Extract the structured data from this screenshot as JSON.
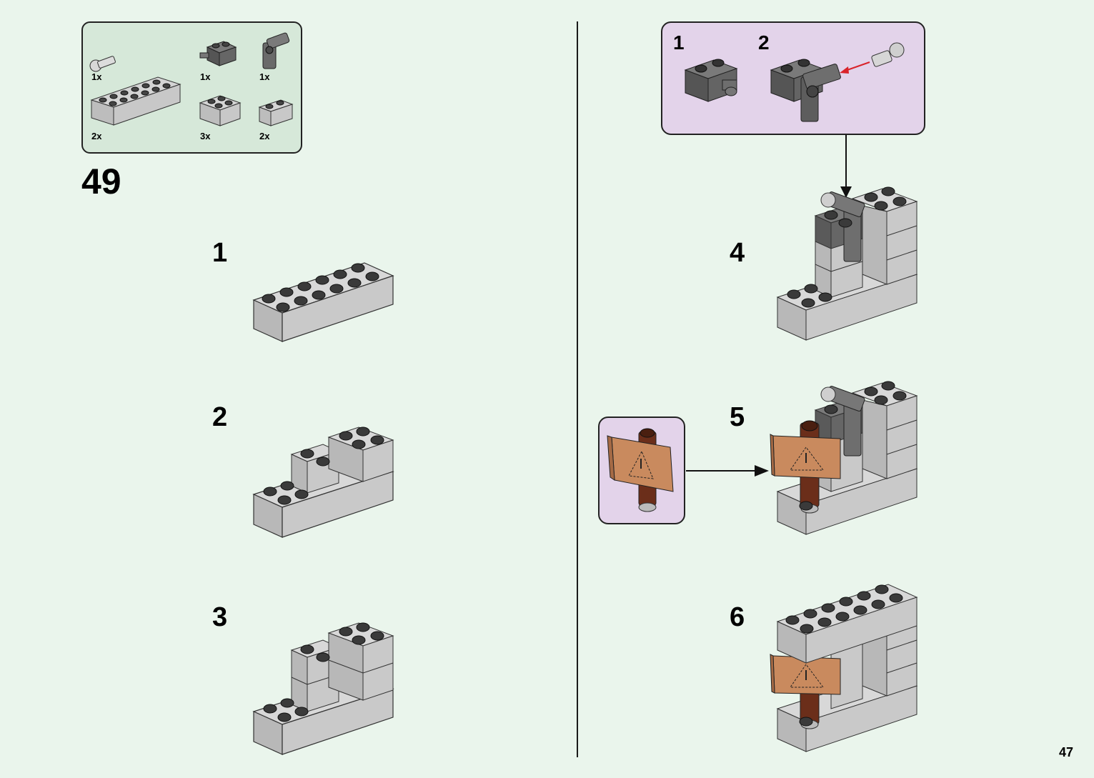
{
  "page": {
    "page_number": "47",
    "step_number": "49"
  },
  "parts_list": [
    {
      "icon": "light-grey-pin-connector",
      "qty": "1x"
    },
    {
      "icon": "dark-grey-brick-with-pin",
      "qty": "1x"
    },
    {
      "icon": "dark-grey-angle-connector",
      "qty": "1x"
    },
    {
      "icon": "light-grey-brick-2x6",
      "qty": "2x"
    },
    {
      "icon": "light-grey-brick-2x2",
      "qty": "3x"
    },
    {
      "icon": "light-grey-brick-1x2",
      "qty": "2x"
    }
  ],
  "left_sub_steps": [
    "1",
    "2",
    "3"
  ],
  "right_sub_steps": [
    "4",
    "5",
    "6"
  ],
  "top_callout": {
    "sub_steps": [
      "1",
      "2"
    ],
    "arrow_color": "#d9232a"
  },
  "colors": {
    "background": "#eaf5ec",
    "parts_box": "#d6e8d9",
    "callout": "#e3d3ea",
    "light_grey_brick": "#c8c8c8",
    "dark_grey_brick": "#6a6a6a",
    "sign_tan": "#c98a5e",
    "post_brown": "#6b2e1a"
  }
}
